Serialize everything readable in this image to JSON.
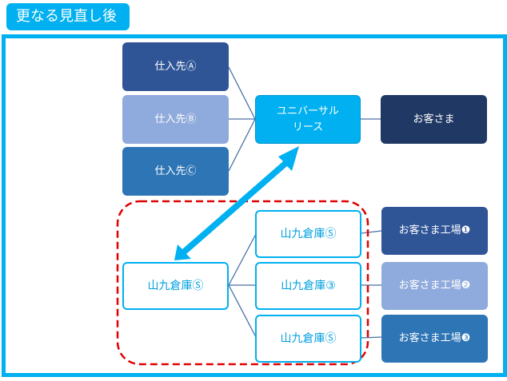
{
  "title": "更なる見直し後",
  "suppliers": [
    {
      "label": "仕入先Ⓐ"
    },
    {
      "label": "仕入先Ⓑ"
    },
    {
      "label": "仕入先Ⓒ"
    }
  ],
  "hub": {
    "line1": "ユニバーサル",
    "line2": "リース"
  },
  "customer": {
    "label": "お客さま"
  },
  "warehouse_main": {
    "label": "山九倉庫Ⓢ"
  },
  "warehouses": [
    {
      "label": "山九倉庫Ⓢ"
    },
    {
      "label": "山九倉庫③"
    },
    {
      "label": "山九倉庫Ⓢ"
    }
  ],
  "factories": [
    {
      "label": "お客さま工場❶"
    },
    {
      "label": "お客さま工場❷"
    },
    {
      "label": "お客さま工場❸"
    }
  ],
  "colors": {
    "accent": "#00b0f0",
    "dashed_group": "#e00000",
    "supplier_a": "#2f5597",
    "supplier_b": "#8faadc",
    "supplier_c": "#2e75b6",
    "customer": "#203864",
    "connector": "#4a6fa5"
  }
}
